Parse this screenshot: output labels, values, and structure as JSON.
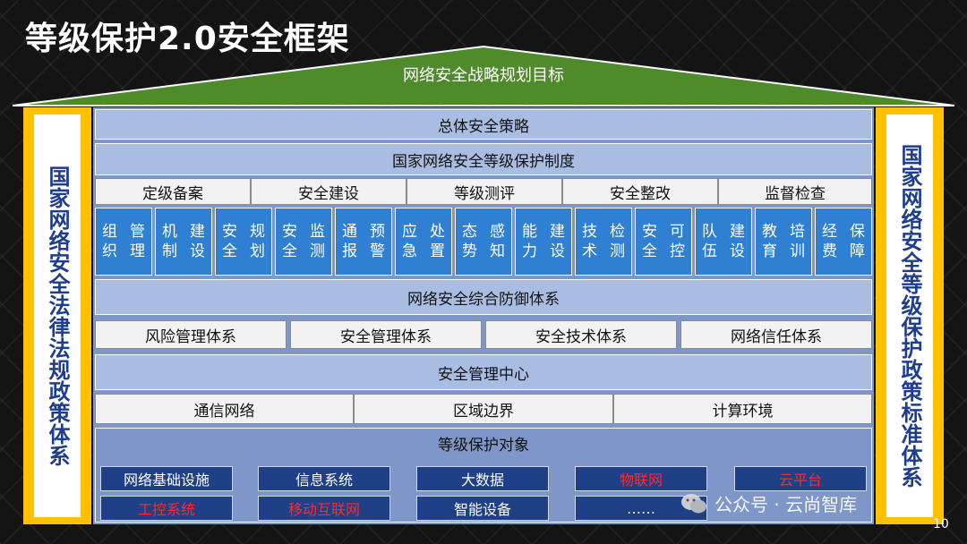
{
  "title": "等级保护2.0安全框架",
  "roof_label": "网络安全战略规划目标",
  "left_pillar": "国家网络安全法律法规政策体系",
  "right_pillar": "国家网络安全等级保护政策标准体系",
  "overall_strategy": "总体安全策略",
  "national_system": "国家网络安全等级保护制度",
  "process_steps": [
    "定级备案",
    "安全建设",
    "等级测评",
    "安全整改",
    "监督检查"
  ],
  "capabilities": [
    {
      "line1": "组织",
      "line2": "管理"
    },
    {
      "line1": "机制",
      "line2": "建设"
    },
    {
      "line1": "安全",
      "line2": "规划"
    },
    {
      "line1": "安全",
      "line2": "监测"
    },
    {
      "line1": "通报",
      "line2": "预警"
    },
    {
      "line1": "应急",
      "line2": "处置"
    },
    {
      "line1": "态势",
      "line2": "感知"
    },
    {
      "line1": "能力",
      "line2": "建设"
    },
    {
      "line1": "技术",
      "line2": "检测"
    },
    {
      "line1": "安全",
      "line2": "可控"
    },
    {
      "line1": "队伍",
      "line2": "建设"
    },
    {
      "line1": "教育",
      "line2": "培训"
    },
    {
      "line1": "经费",
      "line2": "保障"
    }
  ],
  "defense_system": "网络安全综合防御体系",
  "defense_components": [
    "风险管理体系",
    "安全管理体系",
    "安全技术体系",
    "网络信任体系"
  ],
  "management_center": "安全管理中心",
  "environments": [
    "通信网络",
    "区域边界",
    "计算环境"
  ],
  "protection_objects_title": "等级保护对象",
  "protection_objects_row1": [
    {
      "label": "网络基础设施",
      "highlight": false
    },
    {
      "label": "信息系统",
      "highlight": false
    },
    {
      "label": "大数据",
      "highlight": false
    },
    {
      "label": "物联网",
      "highlight": true
    },
    {
      "label": "云平台",
      "highlight": true
    }
  ],
  "protection_objects_row2": [
    {
      "label": "工控系统",
      "highlight": true
    },
    {
      "label": "移动互联网",
      "highlight": true
    },
    {
      "label": "智能设备",
      "highlight": false
    },
    {
      "label": "……",
      "highlight": false
    }
  ],
  "watermark": "公众号 · 云尚智库",
  "page_number": "10",
  "colors": {
    "roof_green": "#4f8a2b",
    "pillar_yellow": "#ffc000",
    "pillar_text": "#1f3d8f",
    "capability_blue": "#2f7fd3",
    "object_navy": "#1f3f87",
    "highlight_red": "#ff2a2a"
  }
}
